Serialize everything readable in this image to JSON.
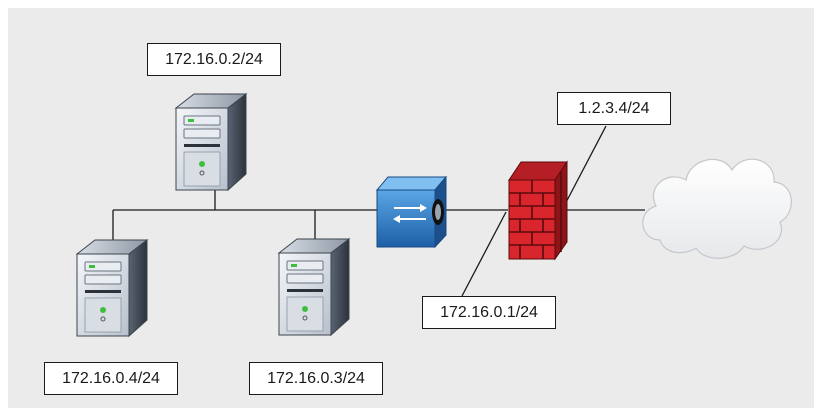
{
  "labels": {
    "server_top": "172.16.0.2/24",
    "server_left": "172.16.0.4/24",
    "server_mid": "172.16.0.3/24",
    "firewall_inside": "172.16.0.1/24",
    "firewall_outside": "1.2.3.4/24"
  },
  "icons": [
    "server-icon",
    "switch-icon",
    "firewall-icon",
    "cloud-icon"
  ],
  "colors": {
    "panel": "#ebebeb",
    "line": "#1a1a1a",
    "switch": "#2f7fc8",
    "firewall": "#d8262c"
  }
}
